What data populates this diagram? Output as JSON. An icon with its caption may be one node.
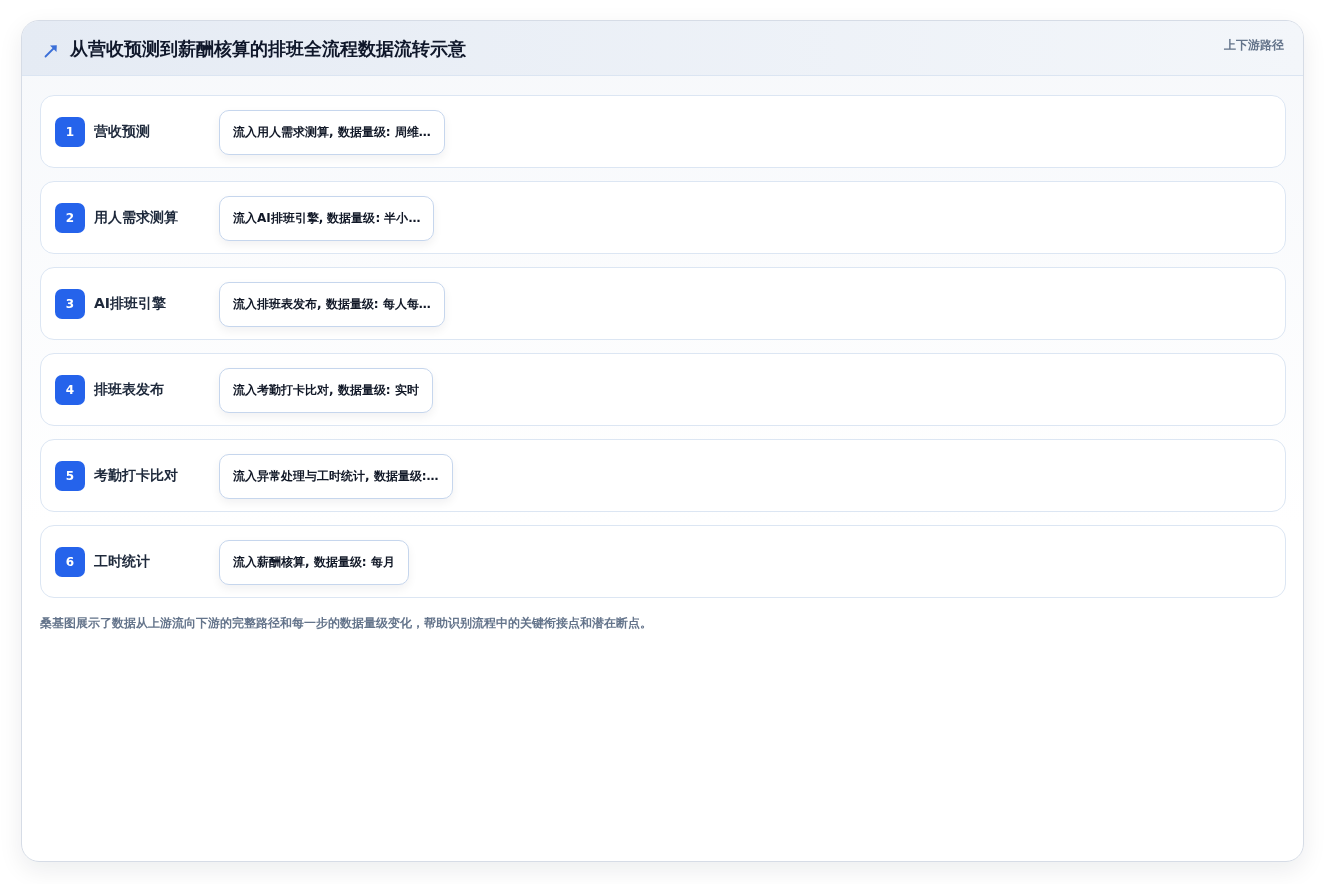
{
  "diagram": {
    "title": "从营收预测到薪酬核算的排班全流程数据流转示意",
    "caption": "桑基图展示了数据从上游流向下游的完整路径和每一步的数据量级变化，帮助识别流程中的关键衔接点和潜在断点。",
    "nodes": [
      {
        "text": [
          "营收预测"
        ]
      },
      {
        "text": [
          "1"
        ],
        "in": 0
      },
      {
        "text": [
          "流入用人需求测算, 数据量级: 周维…"
        ],
        "in": 0
      },
      {
        "text": [
          "用人需求测算"
        ]
      },
      {
        "text": [
          "2"
        ],
        "in": 3
      },
      {
        "text": [
          "流入AI排班引擎, 数据量级: 半小…"
        ],
        "in": 3
      },
      {
        "text": [
          "AI排班引擎"
        ]
      },
      {
        "text": [
          "3"
        ],
        "in": 6
      },
      {
        "text": [
          "流入排班表发布, 数据量级: 每人每…"
        ],
        "in": 6
      },
      {
        "text": [
          "排班表发布"
        ]
      },
      {
        "text": [
          "4"
        ],
        "in": 9
      },
      {
        "text": [
          "流入考勤打卡比对, 数据量级: 实时"
        ],
        "in": 9
      },
      {
        "text": [
          "考勤打卡比对"
        ]
      },
      {
        "text": [
          "5"
        ],
        "in": 12
      },
      {
        "text": [
          "流入异常处理与工时统计, 数据量级:…"
        ],
        "in": 12
      },
      {
        "text": [
          "工时统计"
        ]
      },
      {
        "text": [
          "6"
        ],
        "in": 15
      },
      {
        "text": [
          "流入薪酬核算, 数据量级: 每月"
        ],
        "in": 15
      }
    ],
    "labels": [
      "上下游路径"
    ]
  }
}
